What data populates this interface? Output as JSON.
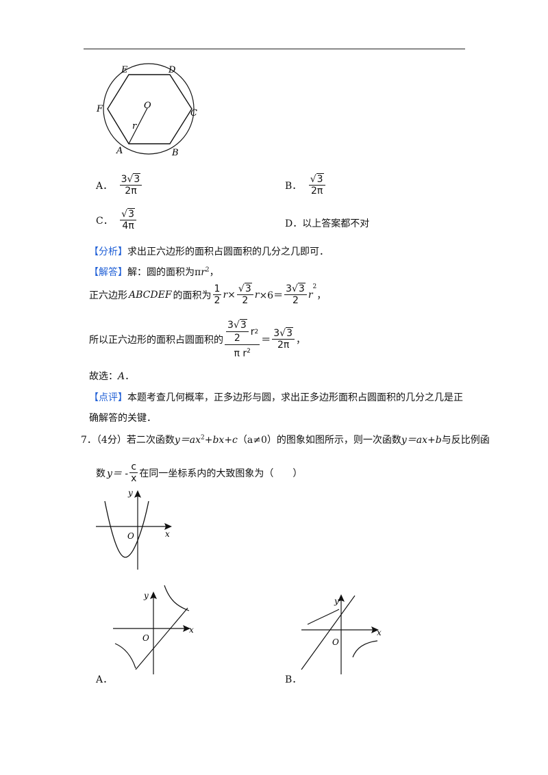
{
  "header_rule": true,
  "figure_hexagon": {
    "labels": {
      "E": "E",
      "D": "D",
      "F": "F",
      "C": "C",
      "A": "A",
      "B": "B",
      "O": "O",
      "r": "r"
    }
  },
  "options_q6": {
    "A": {
      "label": "A．",
      "num_coef": "3",
      "num_rad": "3",
      "den": "2π"
    },
    "B": {
      "label": "B．",
      "num_rad": "3",
      "den": "2π"
    },
    "C": {
      "label": "C．",
      "num_rad": "3",
      "den": "4π"
    },
    "D": {
      "label": "D．",
      "text": "以上答案都不对"
    }
  },
  "analysis": {
    "tag": "【分析】",
    "text": "求出正六边形的面积占圆面积的几分之几即可．"
  },
  "solution": {
    "tag": "【解答】",
    "line1_prefix": "解：圆的面积为π",
    "line1_var": "r",
    "line1_sup": "2",
    "line1_suffix": "，",
    "line2_prefix": "正六边形",
    "line2_name": "ABCDEF",
    "line2_mid": "的面积为",
    "line3_prefix": "所以正六边形的面积占圆面积的",
    "line4": "故选：",
    "line4_answer": "A",
    "line4_end": "．"
  },
  "comment": {
    "tag": "【点评】",
    "line1": "本题考查几何概率，正多边形与圆，求出正多边形面积占圆面积的几分之几是正",
    "line2": "确解答的关键．"
  },
  "question7": {
    "number": "7．",
    "score": "（4分）若二次函数",
    "expr1": "y＝ax",
    "expr1_sup": "2",
    "expr1_rest": "+bx+c",
    "cond": "（a≠0）",
    "mid": "的图象如图所示，则一次函数",
    "expr2": "y＝ax+b",
    "tail": "与反比例函",
    "line2_prefix": "数",
    "line2_y": "y＝ -",
    "line2_num": "c",
    "line2_den": "x",
    "line2_suffix": "在同一坐标系内的大致图象为（　　）"
  },
  "graph_labels": {
    "y": "y",
    "x": "x",
    "O": "O"
  },
  "options_q7": {
    "A": "A．",
    "B": "B．"
  }
}
